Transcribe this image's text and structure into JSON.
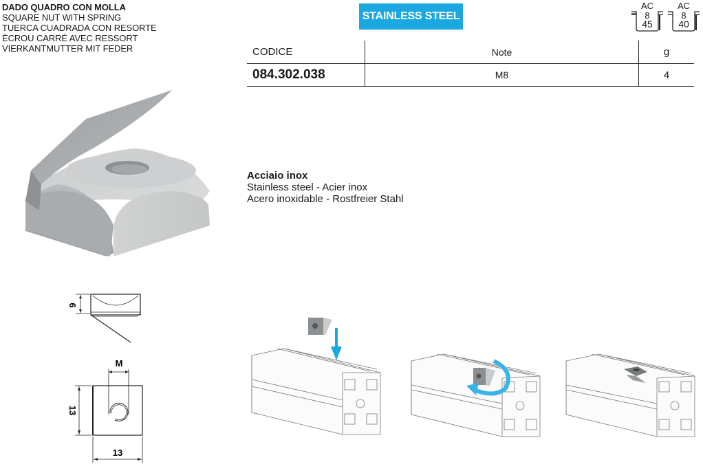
{
  "header": {
    "titles": [
      "DADO QUADRO CON MOLLA",
      "SQUARE NUT WITH SPRING",
      "TUERCA CUADRADA CON RESORTE",
      "ÉCROU CARRÉ AVEC RESSORT",
      "VIERKANTMUTTER MIT FEDER"
    ],
    "badge": {
      "label": "STAINLESS STEEL",
      "color": "#1ba8e0"
    },
    "profile_icons": [
      {
        "label": "AC",
        "slot": "8",
        "size": "45"
      },
      {
        "label": "AC",
        "slot": "8",
        "size": "40"
      }
    ]
  },
  "table": {
    "columns": [
      "CODICE",
      "Note",
      "g"
    ],
    "rows": [
      {
        "code": "084.302.038",
        "note": "M8",
        "weight": "4"
      }
    ]
  },
  "material": {
    "title": "Acciaio inox",
    "lines": [
      "Stainless steel - Acier inox",
      "Acero inoxidable - Rostfreier Stahl"
    ]
  },
  "drawings": {
    "side_view": {
      "height_dim": "6"
    },
    "top_view": {
      "thread_dim": "M",
      "height_dim": "13",
      "width_dim": "13"
    }
  },
  "assembly_steps": [
    {
      "step": 1,
      "action": "insert-nut-downward",
      "arrow_color": "#1ba8e0"
    },
    {
      "step": 2,
      "action": "rotate-nut",
      "arrow_color": "#3ab4e6"
    },
    {
      "step": 3,
      "action": "nut-locked-in-slot"
    }
  ]
}
